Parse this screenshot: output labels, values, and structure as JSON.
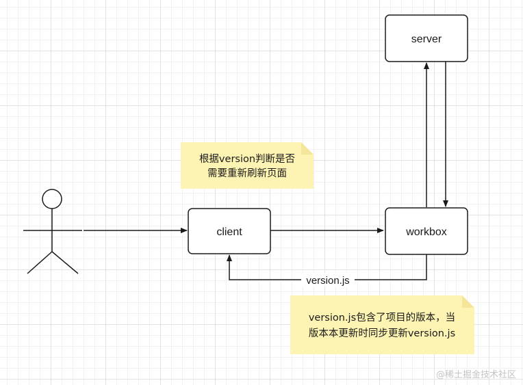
{
  "nodes": {
    "server": {
      "label": "server"
    },
    "client": {
      "label": "client"
    },
    "workbox": {
      "label": "workbox"
    }
  },
  "edges": {
    "workbox_to_client": {
      "label": "version.js"
    }
  },
  "notes": {
    "client_note": {
      "lines": [
        "根据version判断是否",
        "需要重新刷新页面"
      ]
    },
    "workbox_note": {
      "lines": [
        "version.js包含了项目的版本，当",
        "版本本更新时同步更新version.js"
      ]
    }
  },
  "watermark": "@稀土掘金技术社区",
  "colors": {
    "note_fill": "#fdf3b2",
    "note_fold": "#f5e59a",
    "stroke": "#1a1a1a"
  }
}
